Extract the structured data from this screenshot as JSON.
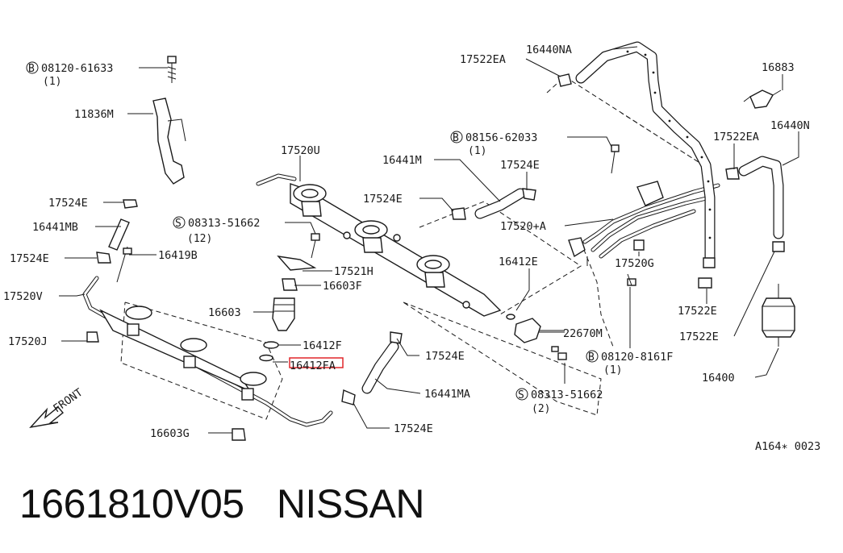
{
  "parts": {
    "bolt_a": {
      "code": "08120-61633",
      "qty": "(1)",
      "marker": "B"
    },
    "bracket_11836m": "11836M",
    "clip_17524e_a": "17524E",
    "hose_16441mb": "16441MB",
    "clip_17524e_b": "17524E",
    "bolt_16419b": "16419B",
    "pipe_17520v": "17520V",
    "grommet_17520j": "17520J",
    "rail_17520u": "17520U",
    "screw_a": {
      "code": "08313-51662",
      "qty": "(12)",
      "marker": "S"
    },
    "insulator_17521h": "17521H",
    "insulator_16603f": "16603F",
    "injector_16603": "16603",
    "oring_16412f": "16412F",
    "oring_16412fa": "16412FA",
    "grommet_16603g": "16603G",
    "hose_16441m": "16441M",
    "clip_17524e_c": "17524E",
    "clip_17524e_d": "17524E",
    "bolt_b": {
      "code": "08156-62033",
      "qty": "(1)",
      "marker": "B"
    },
    "pipe_17520a": "17520+A",
    "gasket_16412e": "16412E",
    "grommet_17520g": "17520G",
    "regulator_22670m": "22670M",
    "bolt_c": {
      "code": "08120-8161F",
      "qty": "(1)",
      "marker": "B"
    },
    "screw_b": {
      "code": "08313-51662",
      "qty": "(2)",
      "marker": "S"
    },
    "clip_17524e_e": "17524E",
    "hose_16441ma": "16441MA",
    "clip_17524e_f": "17524E",
    "clip_17522ea_a": "17522EA",
    "hose_16440na": "16440NA",
    "valve_16883": "16883",
    "clip_17522ea_b": "17522EA",
    "hose_16440n": "16440N",
    "clip_17522e_a": "17522E",
    "clip_17522e_b": "17522E",
    "filter_16400": "16400"
  },
  "front_label": "FRONT",
  "diagram_code": "A164∗ 0023",
  "footer": {
    "part_number": "1661810V05",
    "brand": "NISSAN"
  },
  "highlight_color": "#e0272a"
}
